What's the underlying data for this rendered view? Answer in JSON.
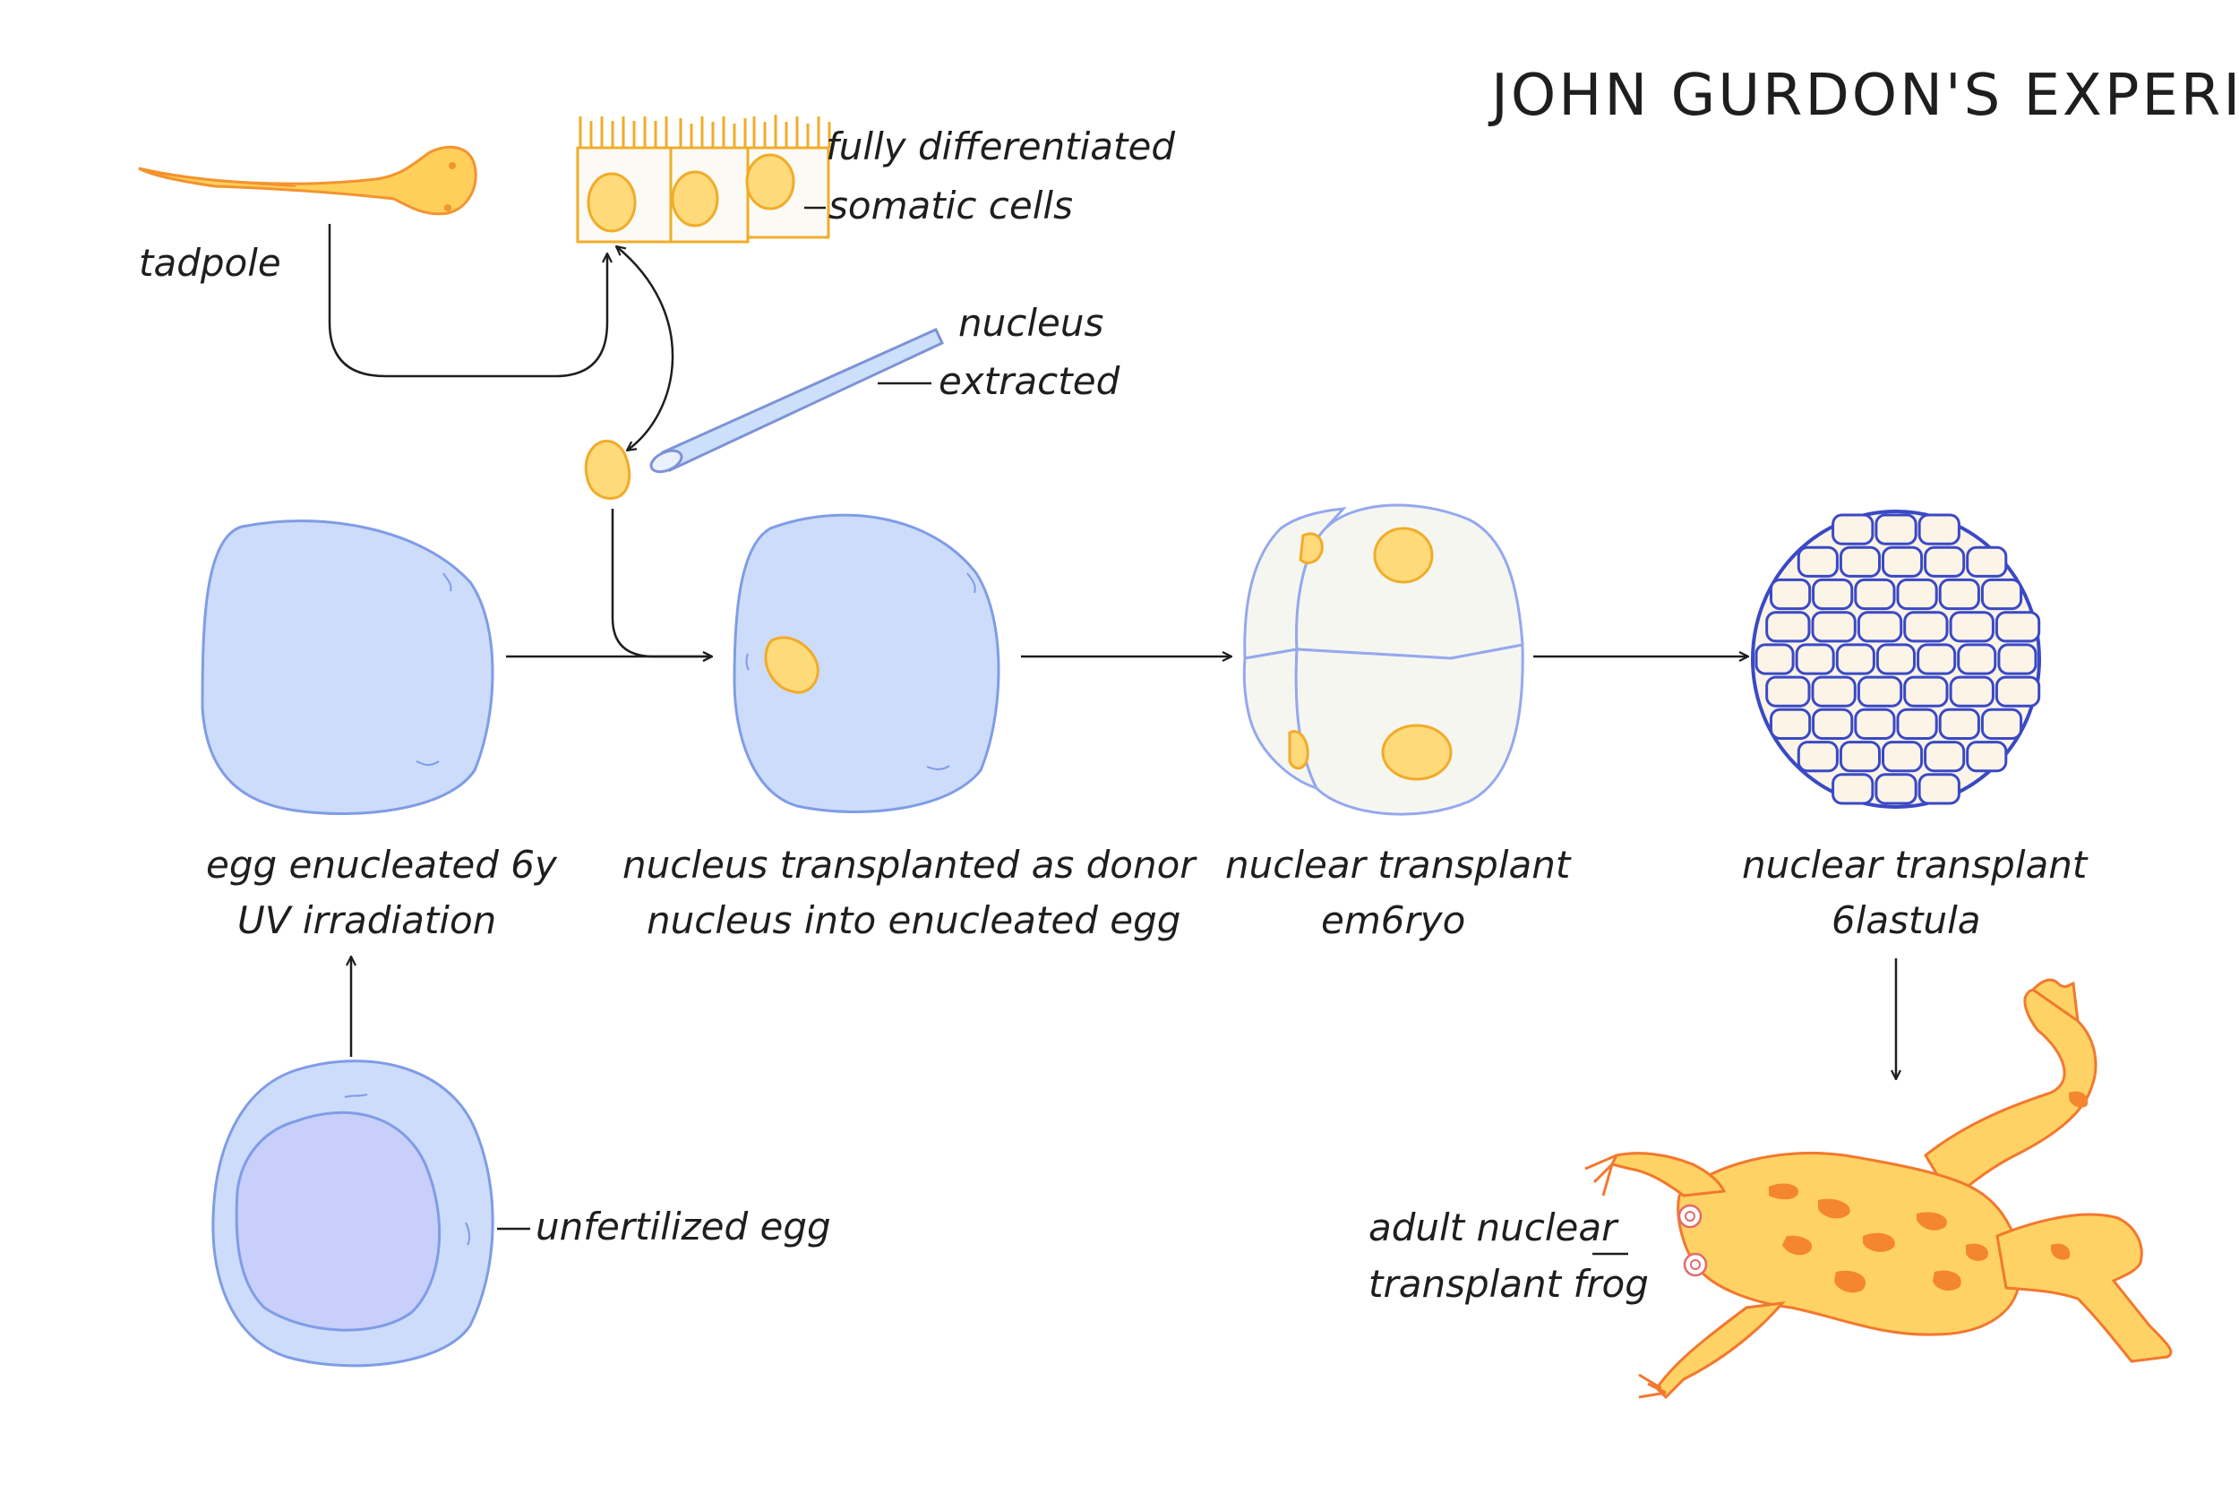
{
  "title": "JOHN GURDON'S EXPERIMENT",
  "labels": {
    "tadpole": "tadpole",
    "somatic_line1": "fully differentiated",
    "somatic_line2": "somatic cells",
    "extract_line1": "nucleus",
    "extract_line2": "extracted",
    "enucleated_line1": "egg enucleated 6y",
    "enucleated_line2": "UV irradiation",
    "transplanted_line1": "nucleus transplanted as donor",
    "transplanted_line2": "nucleus into enucleated egg",
    "embryo_line1": "nuclear transplant",
    "embryo_line2": "em6ryo",
    "blastula_line1": "nuclear transplant",
    "blastula_line2": "6lastula",
    "unfertilized": "unfertilized egg",
    "frog_line1": "adult nuclear",
    "frog_line2": "transplant frog"
  },
  "colors": {
    "egg_fill": "#cddcfa",
    "egg_stroke": "#7f9ce6",
    "nucleus_fill": "#ffda7a",
    "nucleus_stroke": "#f0ac2a",
    "blastula_stroke": "#3a49c4",
    "frog_fill": "#ffd265",
    "frog_spots": "#f4862f"
  }
}
